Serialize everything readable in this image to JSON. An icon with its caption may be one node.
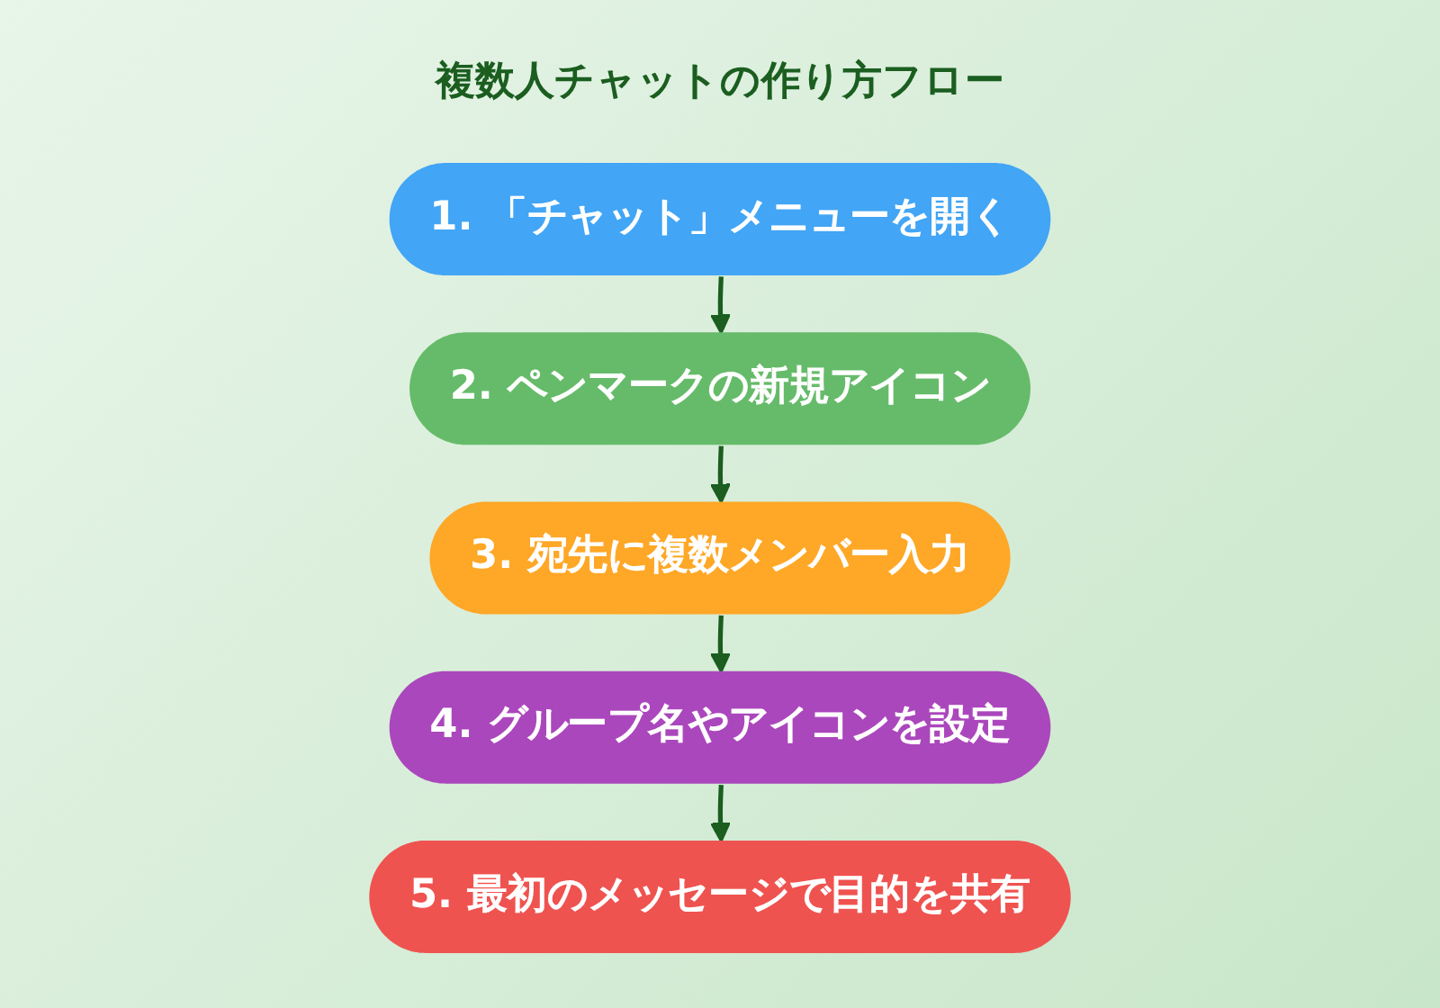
{
  "diagram": {
    "title": "複数人チャットの作り方フロー",
    "nodes": [
      {
        "text": [
          "1. 「チャット」メニューを開く"
        ]
      },
      {
        "text": [
          "2. ペンマークの新規アイコン"
        ]
      },
      {
        "text": [
          "3. 宛先に複数メンバー入力"
        ]
      },
      {
        "text": [
          "4. グループ名やアイコンを設定"
        ]
      },
      {
        "text": [
          "5. 最初のメッセージで目的を共有"
        ]
      }
    ],
    "edges": [
      {
        "from": 0,
        "to": 1,
        "arrow": "to"
      },
      {
        "from": 1,
        "to": 2,
        "arrow": "to"
      },
      {
        "from": 2,
        "to": 3,
        "arrow": "to"
      },
      {
        "from": 3,
        "to": 4,
        "arrow": "to"
      }
    ]
  }
}
